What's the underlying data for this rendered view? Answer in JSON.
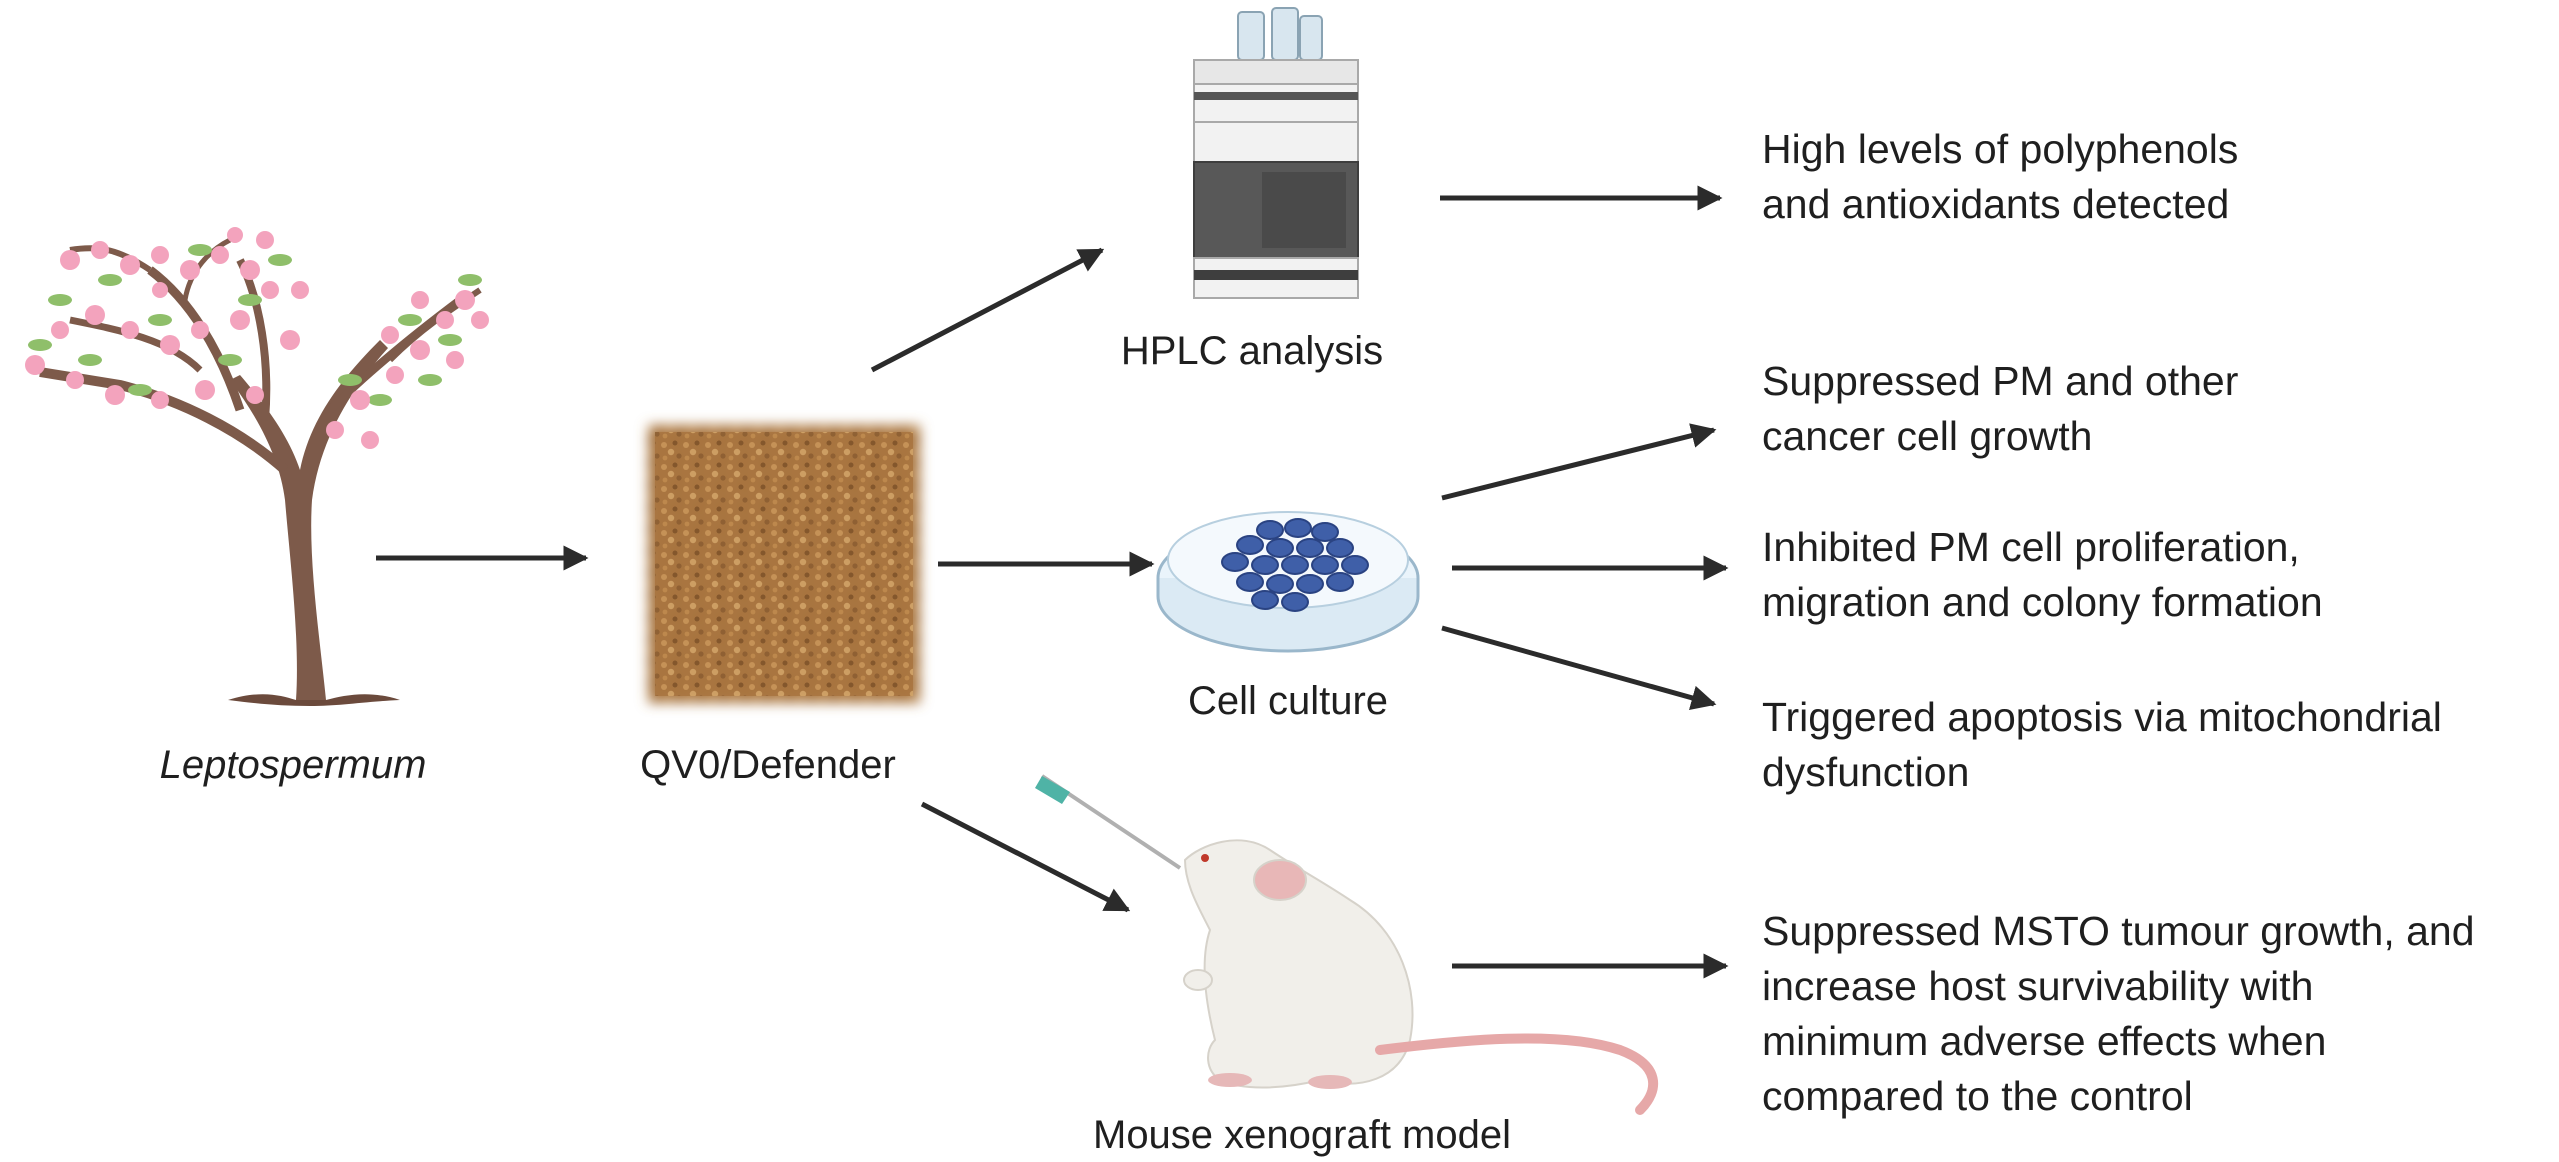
{
  "source_label": "Leptospermum",
  "extract_label": "QV0/Defender",
  "methods": {
    "hplc": "HPLC analysis",
    "cell_culture": "Cell culture",
    "mouse": "Mouse xenograft model"
  },
  "results": {
    "hplc": [
      "High levels of polyphenols",
      "and antioxidants detected"
    ],
    "growth": [
      "Suppressed PM and other",
      "cancer cell growth"
    ],
    "proliferation": [
      "Inhibited PM cell proliferation,",
      "migration and colony formation"
    ],
    "apoptosis": [
      "Triggered apoptosis via mitochondrial",
      "dysfunction"
    ],
    "mouse": [
      "Suppressed MSTO tumour growth, and",
      "increase host survivability with",
      "minimum adverse effects when",
      "compared to the control"
    ]
  },
  "colors": {
    "arrow": "#2b2b2b",
    "blossom": "#f3a3bd",
    "leaf": "#8fbf6a",
    "trunk": "#7d5a4a",
    "powder": "#a8743f",
    "cells": "#3f5fa8",
    "mouse": "#f1efea",
    "tail": "#e6a8a8"
  }
}
